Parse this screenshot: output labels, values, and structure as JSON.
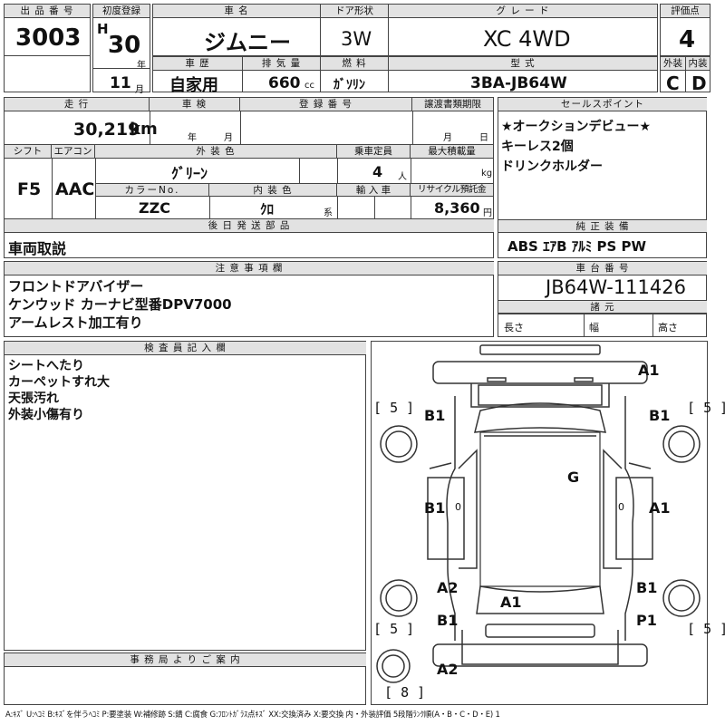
{
  "row1": {
    "lot_no": {
      "label": "出 品 番 号",
      "value": "3003"
    },
    "first_reg": {
      "label": "初度登録",
      "era": "H",
      "year": "30",
      "year_unit": "年",
      "month": "11",
      "month_unit": "月"
    },
    "car_name": {
      "label": "車 名",
      "value": "ジムニー"
    },
    "door": {
      "label": "ドア形状",
      "value": "3W"
    },
    "grade": {
      "label": "グ レ ー ド",
      "value": "XC 4WD"
    },
    "score": {
      "label": "評価点",
      "value": "4"
    },
    "history": {
      "label": "車 歴",
      "value": "自家用"
    },
    "displacement": {
      "label": "排 気 量",
      "value": "660",
      "unit": "cc"
    },
    "fuel": {
      "label": "燃 料",
      "value": "ｶﾞｿﾘﾝ"
    },
    "model": {
      "label": "型 式",
      "value": "3BA-JB64W"
    },
    "exterior": {
      "label": "外装",
      "value": "C"
    },
    "interior": {
      "label": "内装",
      "value": "D"
    }
  },
  "row2": {
    "mileage": {
      "label": "走 行",
      "value": "30,219",
      "unit": "km"
    },
    "inspection": {
      "label": "車 検",
      "year_unit": "年",
      "month_unit": "月"
    },
    "reg_no": {
      "label": "登 録 番 号",
      "value": ""
    },
    "transfer": {
      "label": "譲渡書類期限",
      "month_unit": "月",
      "day_unit": "日"
    },
    "shift": {
      "label": "シフト",
      "value": "F5"
    },
    "aircon": {
      "label": "エアコン",
      "value": "AAC"
    },
    "ext_color": {
      "label": "外 装 色",
      "value": "ｸﾞﾘｰﾝ"
    },
    "capacity": {
      "label": "乗車定員",
      "value": "4",
      "unit": "人"
    },
    "max_load": {
      "label": "最大積載量",
      "unit": "kg"
    },
    "color_no": {
      "label": "カラーNo.",
      "value": "ZZC"
    },
    "int_color": {
      "label": "内 装 色",
      "value": "ｸﾛ",
      "unit": "系"
    },
    "import": {
      "label": "輸 入 車",
      "value": ""
    },
    "recycle": {
      "label": "リサイクル預託金",
      "value": "8,360",
      "unit": "円"
    },
    "later_parts": {
      "label": "後 日 発 送 部 品",
      "value": "車両取説"
    }
  },
  "sales_point": {
    "label": "セールスポイント",
    "lines": [
      "★オークションデビュー★",
      "キーレス2個",
      "ドリンクホルダー"
    ]
  },
  "genuine": {
    "label": "純 正 装 備",
    "value": "ABS ｴｱB ｱﾙﾐ PS PW"
  },
  "notes": {
    "label": "注 意 事 項 欄",
    "lines": [
      "フロントドアバイザー",
      "ケンウッド カーナビ型番DPV7000",
      "アームレスト加工有り"
    ]
  },
  "chassis": {
    "label": "車 台 番 号",
    "value": "JB64W-111426"
  },
  "specs": {
    "label": "諸 元",
    "length": "長さ",
    "width": "幅",
    "height": "高さ"
  },
  "inspector": {
    "label": "検 査 員 記 入 欄",
    "lines": [
      "シートへたり",
      "カーペットすれ大",
      "天張汚れ",
      "外装小傷有り"
    ]
  },
  "office": {
    "label": "事 務 局 よ り ご 案 内",
    "value": ""
  },
  "diagram": {
    "marks": {
      "front_bumper": "A1",
      "front_left_fender": "B1",
      "front_right_fender": "B1",
      "roof": "G",
      "left_door": "B1",
      "right_door": "A1",
      "rear_left_qtr_upper": "A2",
      "rear_left_qtr_lower": "B1",
      "rear_right_qtr": "B1",
      "rear_right_lower": "P1",
      "rear_center": "A1",
      "spare": "A2"
    },
    "tires": {
      "fl": "5",
      "fr": "5",
      "rl": "5",
      "rr": "5",
      "spare": "8"
    },
    "door_zero": "0"
  },
  "legend": "A:ｷｽﾞ U:ﾍｺﾐ B:ｷｽﾞを伴うﾍｺﾐ P:要塗装 W:補修跡 S:錆 C:腐食 G:ﾌﾛﾝﾄｶﾞﾗｽ点ｷｽﾞ XX:交換済み X:要交換 内・外装評価 5段階ﾗﾝｸ順(A・B・C・D・E) 1"
}
